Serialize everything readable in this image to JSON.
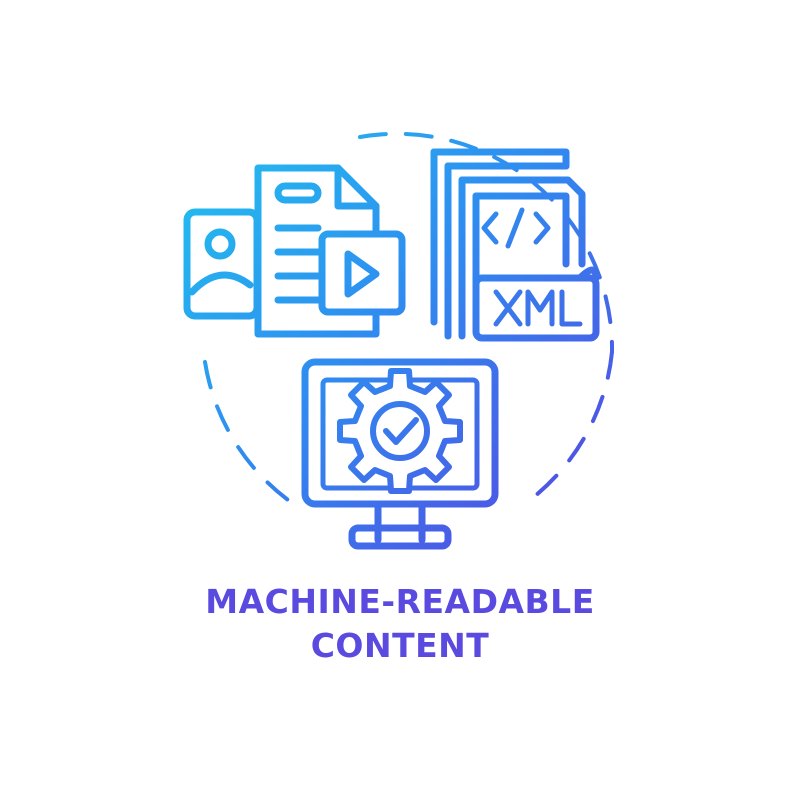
{
  "caption": {
    "line1": "MACHINE-READABLE",
    "line2": "CONTENT"
  },
  "xml_label": "XML",
  "code_symbol": "</>",
  "colors": {
    "gradient_start": "#20c4ee",
    "gradient_mid": "#2f8bf0",
    "gradient_end": "#5a3fe0",
    "caption": "#5a4ae0"
  },
  "icons": [
    "image-icon",
    "document-icon",
    "video-play-icon",
    "xml-file-icon",
    "code-tag-icon",
    "monitor-icon",
    "gear-icon",
    "checkmark-icon"
  ]
}
